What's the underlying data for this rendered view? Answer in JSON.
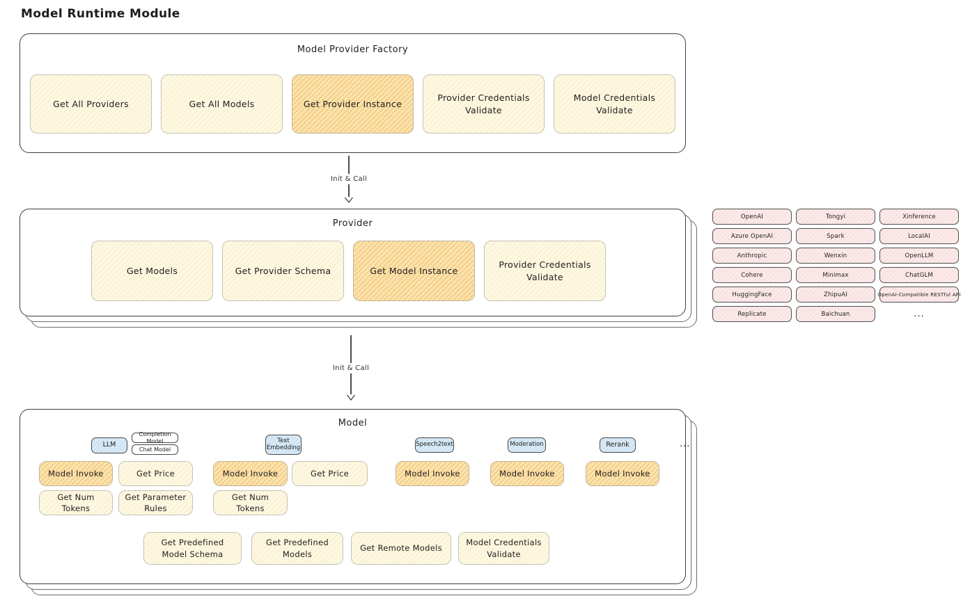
{
  "page_title": "Model Runtime Module",
  "arrows": {
    "init_call_1": "Init & Call",
    "init_call_2": "Init & Call"
  },
  "factory": {
    "title": "Model Provider Factory",
    "buttons": [
      {
        "label": "Get All Providers",
        "highlighted": false
      },
      {
        "label": "Get All Models",
        "highlighted": false
      },
      {
        "label": "Get Provider Instance",
        "highlighted": true
      },
      {
        "label": "Provider Credentials Validate",
        "highlighted": false
      },
      {
        "label": "Model Credentials Validate",
        "highlighted": false
      }
    ]
  },
  "provider": {
    "title": "Provider",
    "buttons": [
      {
        "label": "Get Models",
        "highlighted": false
      },
      {
        "label": "Get Provider Schema",
        "highlighted": false
      },
      {
        "label": "Get Model Instance",
        "highlighted": true
      },
      {
        "label": "Provider Credentials Validate",
        "highlighted": false
      }
    ]
  },
  "providers_grid": {
    "items": [
      "OpenAI",
      "Tongyi",
      "Xinference",
      "Azure OpenAI",
      "Spark",
      "LocalAI",
      "Anthropic",
      "Wenxin",
      "OpenLLM",
      "Cohere",
      "Minimax",
      "ChatGLM",
      "HuggingFace",
      "ZhipuAI",
      "OpenAI-Compatible RESTful API",
      "Replicate",
      "Baichuan"
    ],
    "more": "..."
  },
  "model": {
    "title": "Model",
    "tabs": {
      "llm": "LLM",
      "completion_model": "Completion Model",
      "chat_model": "Chat Model",
      "text_embedding": "Text Embedding",
      "speech2text": "Speech2text",
      "moderation": "Moderation",
      "rerank": "Rerank",
      "more": "..."
    },
    "llm": {
      "model_invoke": "Model Invoke",
      "get_price": "Get Price",
      "get_num_tokens": "Get Num Tokens",
      "get_parameter_rules": "Get Parameter Rules"
    },
    "text_embedding": {
      "model_invoke": "Model Invoke",
      "get_price": "Get Price",
      "get_num_tokens": "Get Num Tokens"
    },
    "speech2text": {
      "model_invoke": "Model Invoke"
    },
    "moderation": {
      "model_invoke": "Model Invoke"
    },
    "rerank": {
      "model_invoke": "Model Invoke"
    },
    "shared": {
      "get_predefined_model_schema": "Get Predefined Model Schema",
      "get_predefined_models": "Get Predefined Models",
      "get_remote_models": "Get Remote Models",
      "model_credentials_validate": "Model Credentials Validate"
    }
  },
  "colors": {
    "button_yellow": "#fdf8e3",
    "button_orange": "#f9e0a8",
    "chip_pink": "#fbeaea",
    "tab_blue": "#d9eaf6",
    "outline": "#3d3d3d"
  }
}
